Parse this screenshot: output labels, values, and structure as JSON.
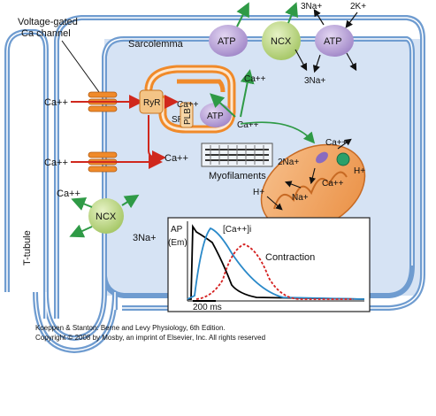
{
  "labels": {
    "voltage_gated_line1": "Voltage-gated",
    "voltage_gated_line2": "Ca channel",
    "sarcolemma": "Sarcolemma",
    "t_tubule": "T-tubule",
    "sr": "SR",
    "ryr": "RyR",
    "plb": "PLB",
    "myofilaments": "Myofilaments",
    "ca_in_top": "Ca++",
    "ca_in_mid": "Ca++",
    "ca_ncx_left": "Ca++",
    "three_na_ncx_left": "3Na+",
    "ca_sr_out": "Ca++",
    "ca_to_myo": "Ca++",
    "ca_after_atp": "Ca++",
    "ca_upper_pumps": "Ca++",
    "three_na_top": "3Na+",
    "two_k_top": "2K+",
    "three_na_pump": "3Na+",
    "mito_ca_top": "Ca++",
    "mito_2na": "2Na+",
    "mito_na": "Na+",
    "mito_h_left": "H+",
    "mito_h_right": "H+",
    "mito_ca_inner": "Ca++",
    "inset_ap": "AP",
    "inset_em": "(Em)",
    "inset_ca": "[Ca++]i",
    "inset_contraction": "Contraction",
    "inset_scale": "200 ms"
  },
  "proteins": {
    "atp_left": "ATP",
    "ncx_top": "NCX",
    "atp_right": "ATP",
    "atp_serca": "ATP",
    "ncx_left": "NCX"
  },
  "credits": {
    "line1": "Koeppen & Stanton: Berne and Levy Physiology, 6th Edition.",
    "line2": "Copyright © 2008 by Mosby, an imprint of Elsevier, Inc. All rights reserved"
  },
  "colors": {
    "cell_fill": "#d6e3f4",
    "membrane": "#6f9cd0",
    "atp_purple": "#b39bd4",
    "ncx_green": "#bcd880",
    "sr_orange": "#f08a2a",
    "ca_red": "#d0281d",
    "flux_green": "#2f9a46",
    "mito_orange": "#f2a25e",
    "ap_black": "#000000",
    "ca_blue": "#2a89c9",
    "contraction_red": "#d41f1f"
  },
  "inset_curves": {
    "ap_series": "AP (Em)",
    "ca_series": "[Ca++]i",
    "contraction_series": "Contraction"
  }
}
